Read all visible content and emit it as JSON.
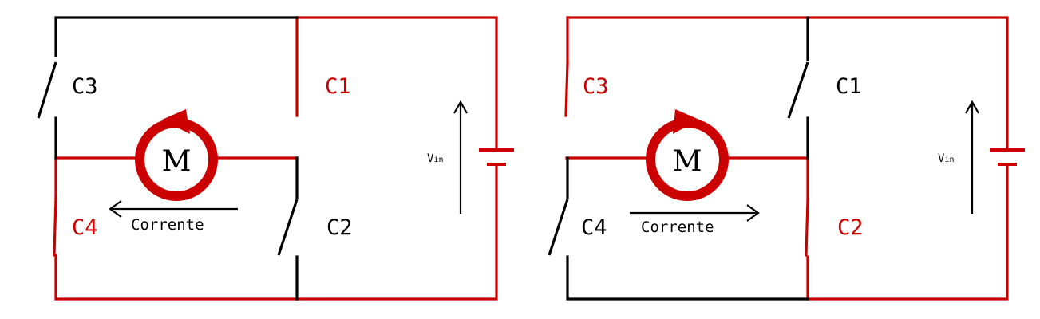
{
  "colors": {
    "active": "#cc0000",
    "inactive": "#000000",
    "background": "#ffffff"
  },
  "panels": [
    {
      "switches": [
        {
          "label": "C1",
          "state": "closed"
        },
        {
          "label": "C2",
          "state": "open"
        },
        {
          "label": "C3",
          "state": "open"
        },
        {
          "label": "C4",
          "state": "closed"
        }
      ],
      "motor": {
        "label": "M",
        "rotation": "counterclockwise"
      },
      "current": {
        "label": "Corrente",
        "direction": "left"
      },
      "source": {
        "label": "Vin",
        "main": "V",
        "subscript": "in"
      }
    },
    {
      "switches": [
        {
          "label": "C1",
          "state": "open"
        },
        {
          "label": "C2",
          "state": "closed"
        },
        {
          "label": "C3",
          "state": "closed"
        },
        {
          "label": "C4",
          "state": "open"
        }
      ],
      "motor": {
        "label": "M",
        "rotation": "clockwise"
      },
      "current": {
        "label": "Corrente",
        "direction": "right"
      },
      "source": {
        "label": "Vin",
        "main": "V",
        "subscript": "in"
      }
    }
  ]
}
